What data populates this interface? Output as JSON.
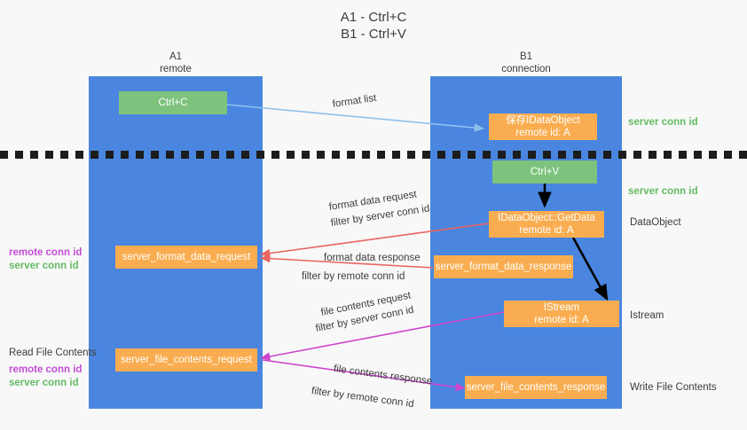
{
  "title": "A1 - Ctrl+C\nB1 - Ctrl+V",
  "colors": {
    "lane_blue": "#4a86e0",
    "box_green": "#7dc37d",
    "box_orange": "#f9ad50",
    "server_conn_green": "#64bb64",
    "remote_conn_purple": "#c24fd4",
    "arrow_light_blue": "#8fc0ec",
    "arrow_red": "#e8655f",
    "arrow_magenta": "#cc45cc",
    "arrow_black": "#000000",
    "text_dark": "#3c3c3c",
    "background": "#f8f8f8"
  },
  "lanes": [
    {
      "name": "A1",
      "sub": "remote",
      "label": "A1\nremote"
    },
    {
      "name": "B1",
      "sub": "connection",
      "label": "B1\nconnection"
    }
  ],
  "boxes": {
    "ctrl_c": "Ctrl+C",
    "ctrl_v": "Ctrl+V",
    "save_idataobject": "保存IDataObject\nremote id: A",
    "idataobject_getdata": "IDataObject::GetData\nremote id: A",
    "istream": "IStream\nremote id: A",
    "server_format_data_request": "server_format_data_request",
    "server_format_data_response": "server_format_data_response",
    "server_file_contents_request": "server_file_contents_request",
    "server_file_contents_response": "server_file_contents_response"
  },
  "arrow_labels": {
    "format_list": "format list",
    "format_data_request": "format data request",
    "format_data_response": "format data response",
    "file_contents_request": "file contents request",
    "file_contents_response": "file contents response",
    "filter_by": "filter by",
    "server_conn_id": "server conn id",
    "remote_conn_id": "remote conn id"
  },
  "right_labels": {
    "server_conn_id_top": "server conn id",
    "server_conn_id_mid": "server conn id",
    "dataobject": "DataObject",
    "istream": "Istream",
    "write_file_contents": "Write File Contents"
  },
  "left_labels": {
    "remote_conn_id": "remote conn id",
    "server_conn_id": "server conn id",
    "read_file_contents": "Read File Contents"
  }
}
